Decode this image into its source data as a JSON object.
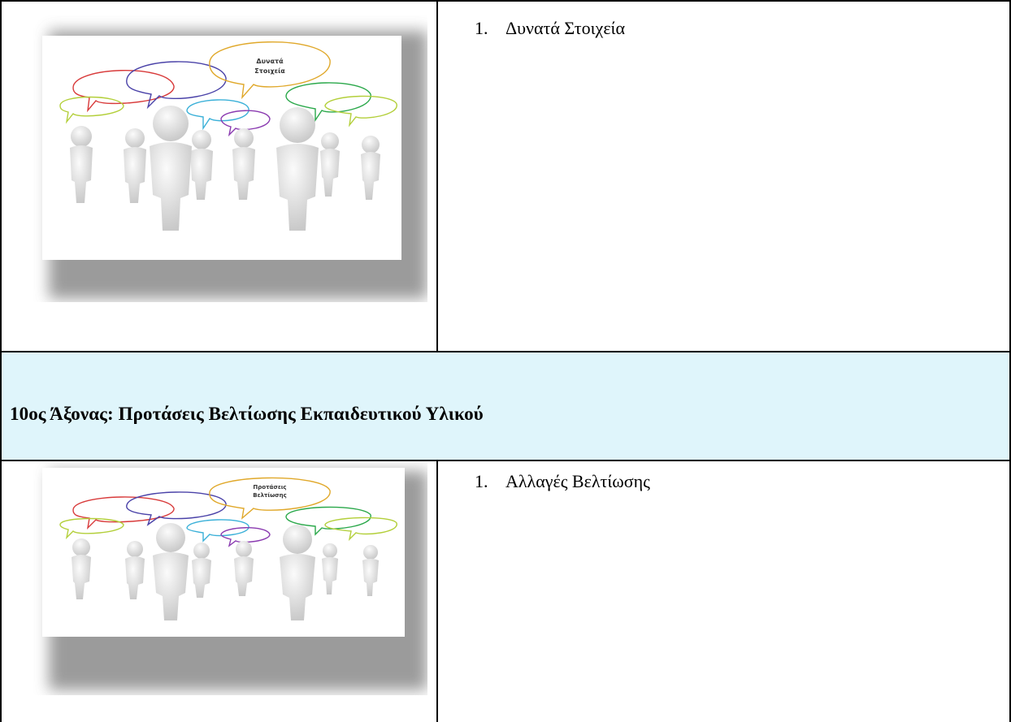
{
  "sections": [
    {
      "image": {
        "bubble_text_line1": "Δυνατά",
        "bubble_text_line2": "Στοιχεία",
        "icon": "people-talking-illustration"
      },
      "item_number": "1.",
      "item_text": "Δυνατά Στοιχεία"
    },
    {
      "heading": "10ος Άξονας: Προτάσεις Βελτίωσης Εκπαιδευτικού Υλικού"
    },
    {
      "image": {
        "bubble_text_line1": "Προτάσεις",
        "bubble_text_line2": "Βελτίωσης",
        "icon": "people-talking-illustration"
      },
      "item_number": "1.",
      "item_text": "Αλλαγές Βελτίωσης"
    }
  ],
  "colors": {
    "band": "#dff5fb",
    "border": "#000000"
  }
}
